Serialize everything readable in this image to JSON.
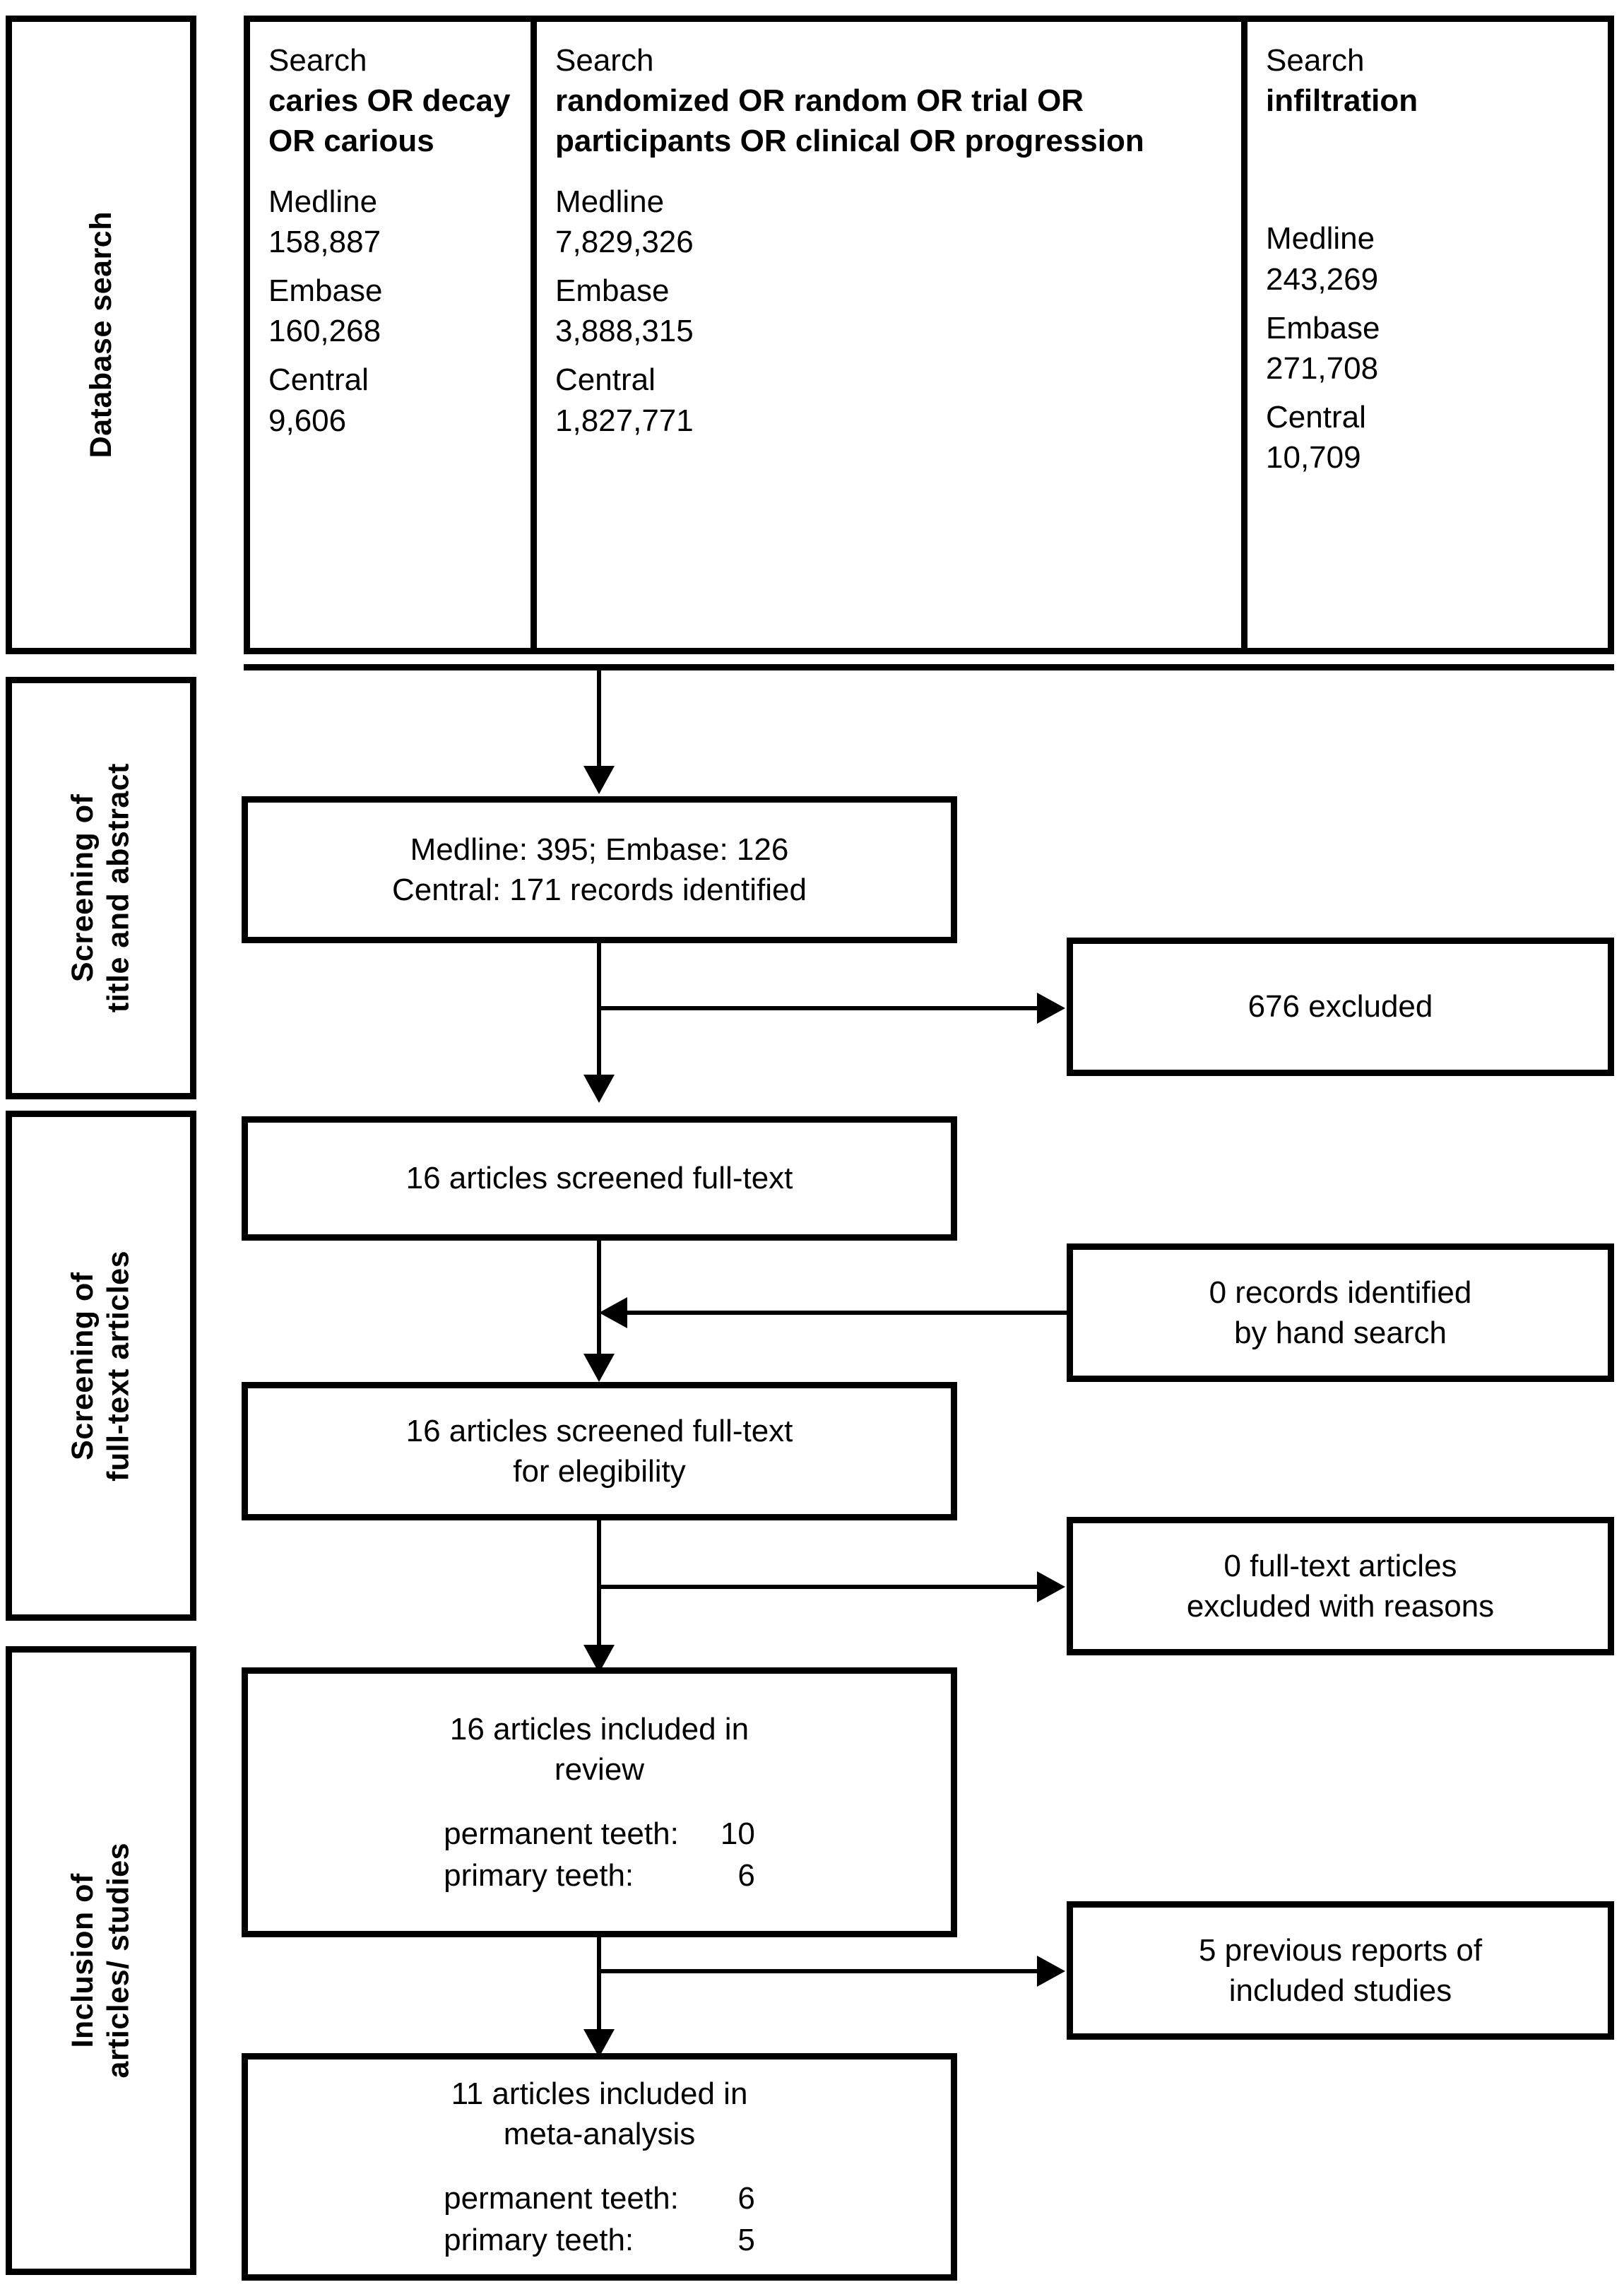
{
  "stages": [
    {
      "id": "database-search",
      "label": "Database search"
    },
    {
      "id": "screening-title",
      "label": "Screening of\ntitle and abstract"
    },
    {
      "id": "screening-fulltext",
      "label": "Screening of\nfull-text articles"
    },
    {
      "id": "inclusion",
      "label": "Inclusion of\narticles/ studies"
    }
  ],
  "database_search": {
    "columns": [
      {
        "search_label": "Search",
        "terms": "caries OR decay OR carious",
        "entries": [
          {
            "database": "Medline",
            "count": "158,887"
          },
          {
            "database": "Embase",
            "count": "160,268"
          },
          {
            "database": "Central",
            "count": "9,606"
          }
        ]
      },
      {
        "search_label": "Search",
        "terms": "randomized OR random OR trial OR participants OR clinical OR progression",
        "entries": [
          {
            "database": "Medline",
            "count": "7,829,326"
          },
          {
            "database": "Embase",
            "count": "3,888,315"
          },
          {
            "database": "Central",
            "count": "1,827,771"
          }
        ]
      },
      {
        "search_label": "Search",
        "terms": "infiltration",
        "entries": [
          {
            "database": "Medline",
            "count": "243,269"
          },
          {
            "database": "Embase",
            "count": "271,708"
          },
          {
            "database": "Central",
            "count": "10,709"
          }
        ]
      }
    ]
  },
  "flow": {
    "records_identified": {
      "line1": "Medline: 395; Embase: 126",
      "line2": "Central: 171 records identified"
    },
    "excluded_screening": {
      "line1": "676 excluded"
    },
    "screened_fulltext": {
      "line1": "16 articles screened full-text"
    },
    "hand_search": {
      "line1": "0 records identified",
      "line2": "by hand search"
    },
    "screened_eligibility": {
      "line1": "16 articles screened full-text",
      "line2": "for elegibility"
    },
    "excluded_fulltext": {
      "line1": "0 full-text articles",
      "line2": "excluded with reasons"
    },
    "included_review": {
      "line1": "16 articles included in",
      "line2": "review",
      "rows": [
        {
          "label": "permanent teeth:",
          "value": "10"
        },
        {
          "label": "primary teeth:",
          "value": "6"
        }
      ]
    },
    "previous_reports": {
      "line1": "5 previous reports of",
      "line2": "included studies"
    },
    "included_meta": {
      "line1": "11 articles included in",
      "line2": "meta-analysis",
      "rows": [
        {
          "label": "permanent teeth:",
          "value": "6"
        },
        {
          "label": "primary teeth:",
          "value": "5"
        }
      ]
    }
  },
  "colors": {
    "stroke": "#000000",
    "background": "#ffffff"
  }
}
